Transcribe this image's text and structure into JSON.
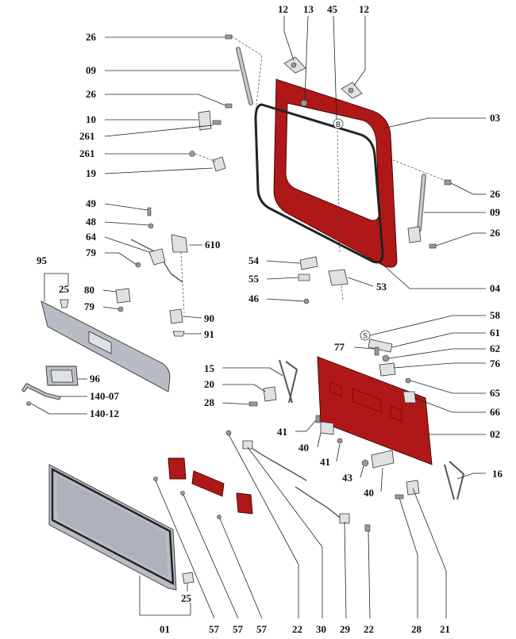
{
  "labels": {
    "top_12_left": "12",
    "top_13": "13",
    "top_45": "45",
    "top_12_right": "12",
    "l_26_a": "26",
    "l_09": "09",
    "l_26_b": "26",
    "l_10": "10",
    "l_261_a": "261",
    "l_261_b": "261",
    "l_19": "19",
    "l_49": "49",
    "l_48": "48",
    "l_64": "64",
    "l_79_a": "79",
    "l_95": "95",
    "l_25_a": "25",
    "l_80": "80",
    "l_79_b": "79",
    "l_96": "96",
    "l_140_07": "140-07",
    "l_140_12": "140-12",
    "r_03": "03",
    "r_26_a": "26",
    "r_09": "09",
    "r_26_b": "26",
    "c_610": "610",
    "c_54": "54",
    "c_55": "55",
    "c_46": "46",
    "c_53": "53",
    "r_04": "04",
    "c_90": "90",
    "c_91": "91",
    "r_58": "58",
    "r_61": "61",
    "r_77": "77",
    "r_62": "62",
    "r_76": "76",
    "r_65": "65",
    "r_66": "66",
    "c_15": "15",
    "c_20": "20",
    "c_28_a": "28",
    "r_02": "02",
    "c_41_a": "41",
    "c_40_a": "40",
    "c_41_b": "41",
    "c_43": "43",
    "c_40_b": "40",
    "r_16": "16",
    "c_25_b": "25",
    "b_01": "01",
    "b_57_a": "57",
    "b_57_b": "57",
    "b_57_c": "57",
    "b_22_a": "22",
    "b_30": "30",
    "b_29": "29",
    "b_22_b": "22",
    "b_28": "28",
    "b_21": "21",
    "mark_b": "B",
    "mark_s": "S"
  },
  "colors": {
    "red_part": "#b01818",
    "grey_part": "#b9bcc4",
    "line": "#222222"
  }
}
